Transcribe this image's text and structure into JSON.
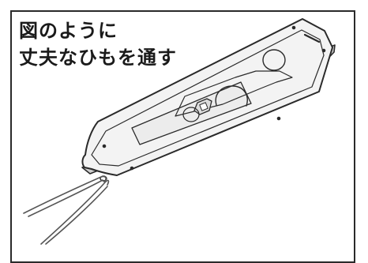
{
  "instruction": {
    "line1": "図のように",
    "line2": "丈夫なひもを通す"
  },
  "illustration": {
    "subject": "remote-control-back-with-string",
    "colors": {
      "outline": "#2a2a2a",
      "body_fill": "#f2f2f2",
      "panel_fill": "#e9e9e9",
      "cord": "#555555"
    }
  }
}
